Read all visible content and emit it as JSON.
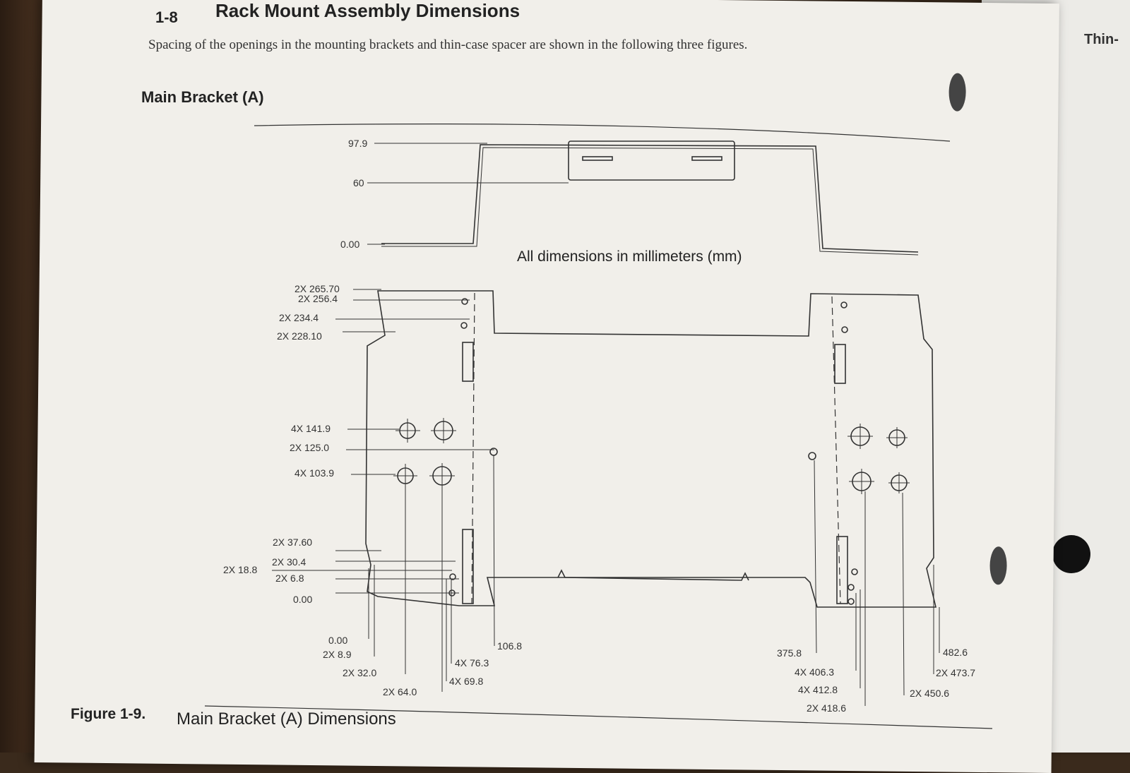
{
  "section": {
    "number": "1-8",
    "title": "Rack Mount Assembly Dimensions",
    "intro": "Spacing of the openings in the mounting brackets and thin-case spacer are shown in the following three figures."
  },
  "subheading": "Main Bracket (A)",
  "side_tab": "Thin-",
  "drawing": {
    "note": "All dimensions in millimeters (mm)",
    "top_view": {
      "y_labels": [
        "97.9",
        "60",
        "0.00"
      ]
    },
    "front_view": {
      "left_labels": [
        "2X 265.70",
        "2X 256.4",
        "2X 234.4",
        "2X 228.10",
        "4X 141.9",
        "2X 125.0",
        "4X 103.9",
        "2X 37.60",
        "2X 30.4",
        "2X 18.8",
        "2X 6.8",
        "0.00"
      ],
      "bottom_left_labels": [
        "0.00",
        "2X 8.9",
        "2X 32.0",
        "2X 64.0",
        "4X 69.8",
        "4X 76.3",
        "106.8"
      ],
      "bottom_right_labels": [
        "375.8",
        "4X 406.3",
        "4X 412.8",
        "2X 418.6",
        "2X 450.6",
        "2X 473.7",
        "482.6"
      ]
    }
  },
  "caption": {
    "label": "Figure 1-9.",
    "text": "Main Bracket (A) Dimensions"
  }
}
